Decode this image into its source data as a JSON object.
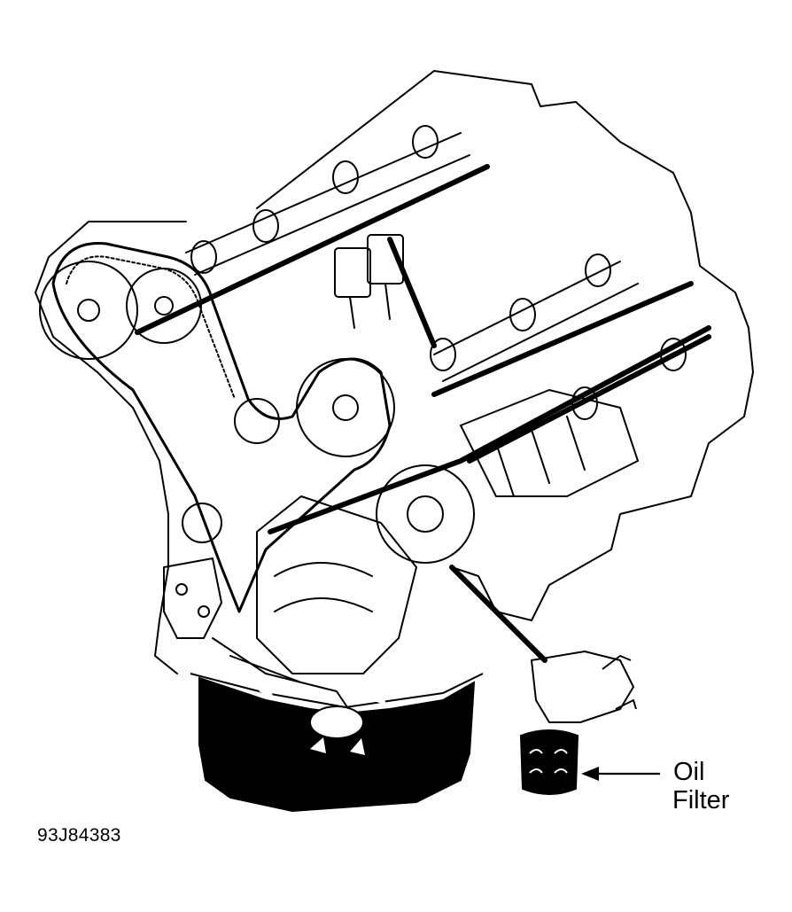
{
  "callout": {
    "line1": "Oil",
    "line2": "Filter"
  },
  "figure_id": "93J84383",
  "colors": {
    "ink": "#000000",
    "paper": "#ffffff"
  }
}
